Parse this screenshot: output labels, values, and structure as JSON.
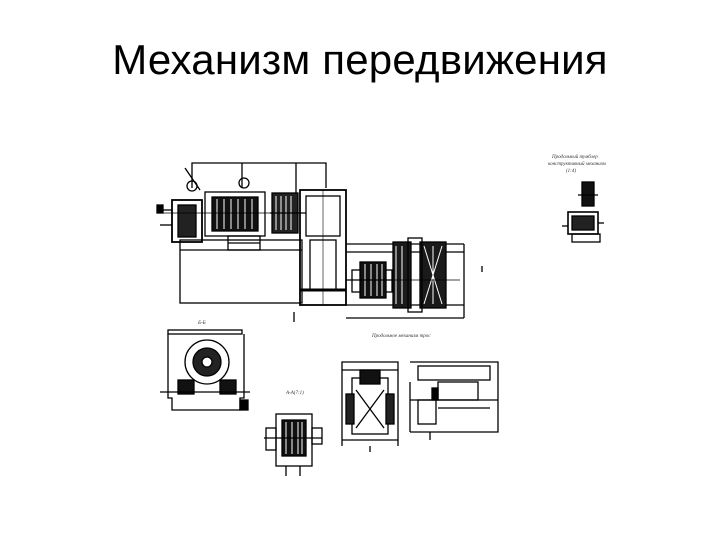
{
  "slide": {
    "title": "Механизм передвижения"
  },
  "drawing": {
    "note_top_right_line1": "Продольный тумблер",
    "note_top_right_line2": "конструктивный механизм",
    "note_top_right_line3": "(1:4)",
    "section_label_1": "Б-Б",
    "section_label_2": "А-А(7:1)",
    "caption_center": "Продольное механизм трос",
    "ink_color": "#000000"
  }
}
